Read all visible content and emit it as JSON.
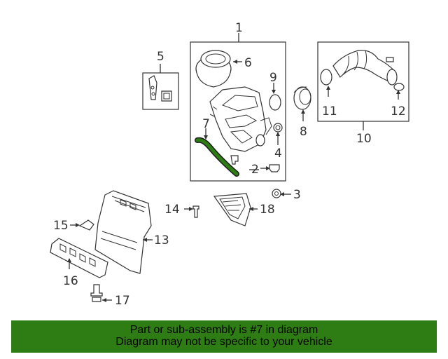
{
  "callouts": {
    "c1": "1",
    "c2": "2",
    "c3": "3",
    "c4": "4",
    "c5": "5",
    "c6": "6",
    "c7": "7",
    "c8": "8",
    "c9": "9",
    "c10": "10",
    "c11": "11",
    "c12": "12",
    "c13": "13",
    "c14": "14",
    "c15": "15",
    "c16": "16",
    "c17": "17",
    "c18": "18"
  },
  "highlight": {
    "part_number": "7",
    "color": "#2e7d14"
  },
  "banner": {
    "line1": "Part or sub-assembly is #7 in diagram",
    "line2": "Diagram may not be specific to your vehicle",
    "background": "#2e7d14"
  }
}
